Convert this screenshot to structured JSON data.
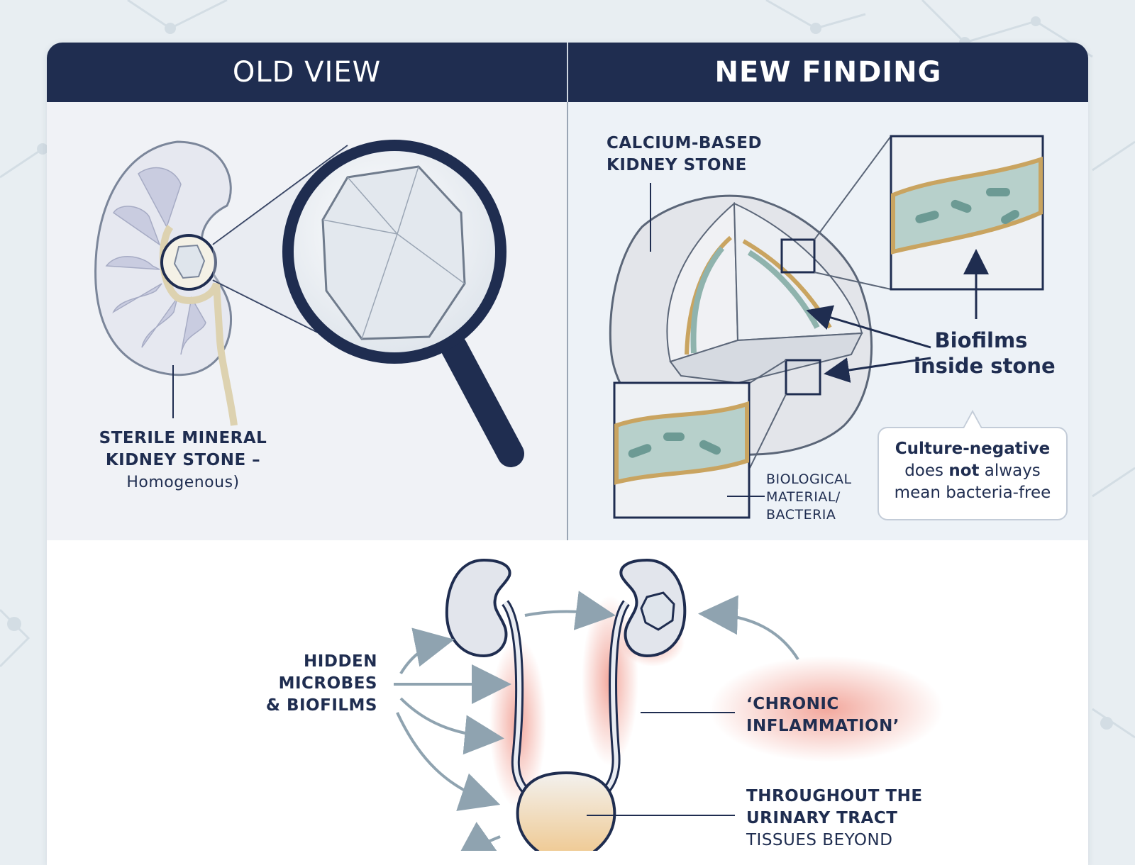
{
  "headers": {
    "old_view": "OLD VIEW",
    "new_finding": "NEW FINDING"
  },
  "old_panel": {
    "stone_label_line1": "STERILE MINERAL",
    "stone_label_line2": "KIDNEY STONE –",
    "stone_label_line3": "Homogenous)"
  },
  "new_panel": {
    "stone_label_line1": "CALCIUM-BASED",
    "stone_label_line2": "KIDNEY STONE",
    "biofilm_label_line1": "Biofilms",
    "biofilm_label_line2": "inside stone",
    "bio_label_line1": "BIOLOGICAL",
    "bio_label_line2": "MATERIAL/",
    "bio_label_line3": "BACTERIA",
    "callout": {
      "bold": "Culture-negative",
      "line2_pre": "does ",
      "line2_bold": "not",
      "line2_post": " always",
      "line3": "mean bacteria-free"
    }
  },
  "bottom_panel": {
    "microbes_line1": "HIDDEN",
    "microbes_line2": "MICROBES",
    "microbes_line3": "& BIOFILMS",
    "inflammation_line1": "‘CHRONIC",
    "inflammation_line2": "INFLAMMATION’",
    "tract_line1": "THROUGHOUT THE",
    "tract_line2": "URINARY TRACT",
    "tract_line3": "TISSUES BEYOND"
  },
  "colors": {
    "navy": "#1f2d50",
    "inflammation": "#e8604c",
    "biofilm_tan": "#c9a460",
    "biofilm_teal": "#8fb3ad",
    "arrow_gray": "#8fa3b0"
  }
}
